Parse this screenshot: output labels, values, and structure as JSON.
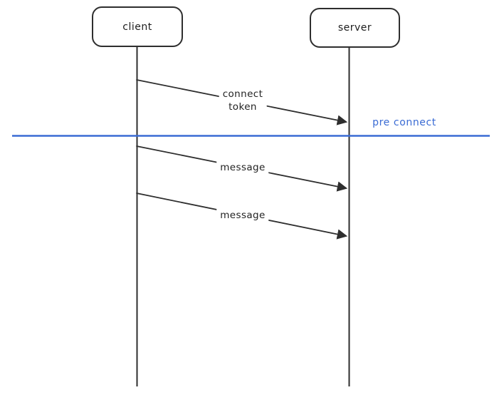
{
  "colors": {
    "stroke": "#2e2e2e",
    "accent": "#3a6bd4",
    "canvas_bg": "#ffffff"
  },
  "diagram": {
    "type": "sequence",
    "actors": [
      {
        "label": "client"
      },
      {
        "label": "server"
      }
    ],
    "messages": [
      {
        "from": "client",
        "to": "server",
        "lines": [
          "connect",
          "token"
        ]
      },
      {
        "from": "client",
        "to": "server",
        "lines": [
          "message"
        ]
      },
      {
        "from": "client",
        "to": "server",
        "lines": [
          "message"
        ]
      }
    ],
    "divider": {
      "label": "pre connect"
    }
  }
}
